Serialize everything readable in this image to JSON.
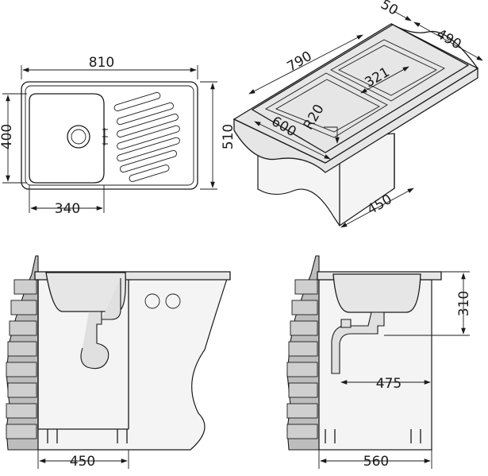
{
  "top_view": {
    "width": "810",
    "height": "510",
    "bowl_height": "400",
    "bowl_width": "340"
  },
  "iso_view": {
    "depth_top": "50",
    "depth": "490",
    "length": "790",
    "bowl_depth": "321",
    "radius": "R20",
    "bowl_length": "600",
    "cabinet_depth": "450"
  },
  "front_view": {
    "cabinet_width": "450"
  },
  "side_view": {
    "sink_depth": "310",
    "drain_offset": "475",
    "cabinet_width": "560"
  }
}
